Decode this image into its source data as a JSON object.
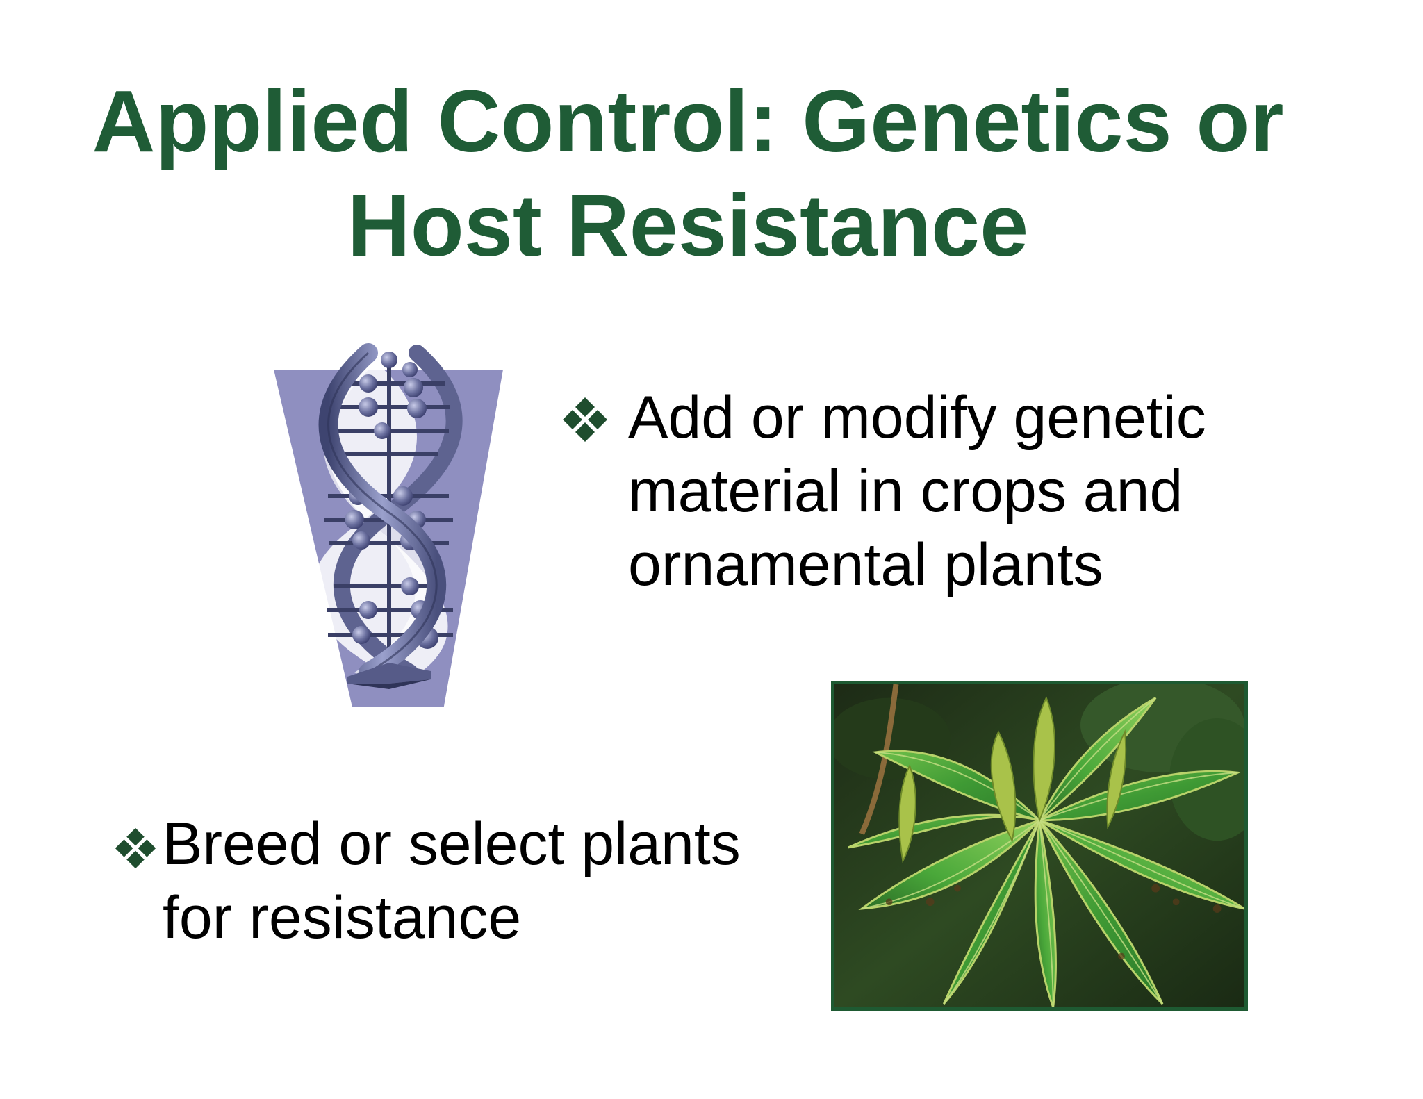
{
  "slide": {
    "title_line1": "Applied Control: Genetics or",
    "title_line2": "Host Resistance",
    "bullets": [
      {
        "lines": [
          "Add or modify genetic",
          "material in crops and",
          "ornamental plants"
        ]
      },
      {
        "lines": [
          "Breed or select plants",
          "for resistance"
        ]
      }
    ]
  },
  "colors": {
    "title": "#1f5c36",
    "bullet_marker": "#1f4d2e",
    "photo_border": "#1e5a32",
    "dna_backdrop": "#8f8fc0",
    "dna_ribbon": "#5e6390"
  },
  "icons": {
    "bullet_marker": "four-diamond-bullet-icon",
    "dna": "dna-double-helix-icon",
    "plant": "plant-leaves-photo"
  }
}
